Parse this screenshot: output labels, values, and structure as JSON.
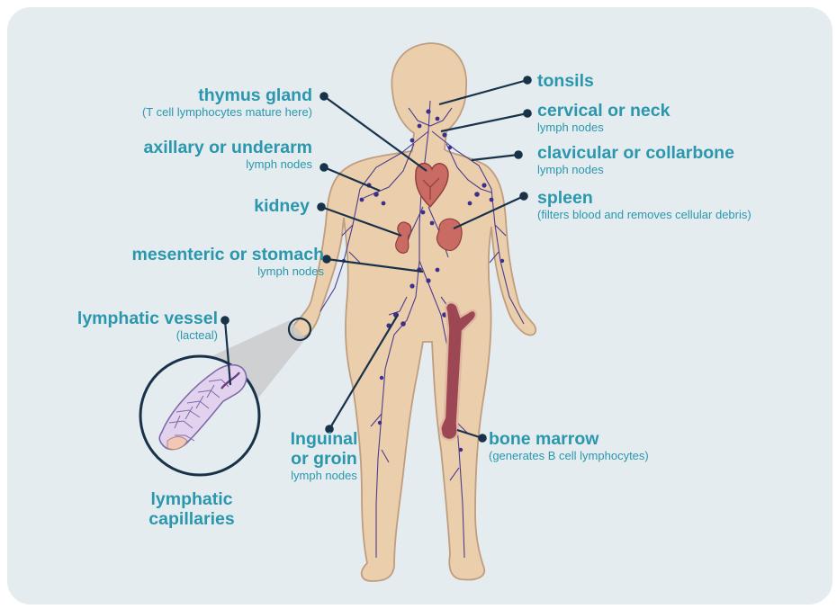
{
  "labels": {
    "thymus": {
      "title": "thymus gland",
      "sub": "(T cell lymphocytes mature here)"
    },
    "axillary": {
      "title": "axillary or underarm",
      "sub": "lymph nodes"
    },
    "kidney": {
      "title": "kidney"
    },
    "mesenteric": {
      "title": "mesenteric or stomach",
      "sub": "lymph nodes"
    },
    "vessel": {
      "title": "lymphatic vessel",
      "sub": "(lacteal)"
    },
    "capillaries": {
      "line1": "lymphatic",
      "line2": "capillaries"
    },
    "inguinal": {
      "line1": "Inguinal",
      "line2": "or groin",
      "sub": "lymph nodes"
    },
    "tonsils": {
      "title": "tonsils"
    },
    "cervical": {
      "title": "cervical or neck",
      "sub": "lymph nodes"
    },
    "clavicular": {
      "title": "clavicular or collarbone",
      "sub": "lymph nodes"
    },
    "spleen": {
      "title": "spleen",
      "sub": "(filters blood and removes cellular debris)"
    },
    "marrow": {
      "title": "bone marrow",
      "sub": "(generates B cell lymphocytes)"
    }
  },
  "colors": {
    "panel_bg": "#e4ecf0",
    "label_teal": "#2a97ad",
    "leader_line": "#18324a",
    "skin": "#ebcfad",
    "skin_outline": "#bf9d7e",
    "lymph_vessel": "#4b3d8f",
    "organ_red": "#c96a63",
    "bone_marrow": "#9d4754"
  },
  "icons": [
    "human-body-illustration",
    "magnifier-circle-icon",
    "finger-closeup-illustration",
    "heart-icon",
    "kidney-icon",
    "spleen-icon",
    "femur-bone-icon"
  ]
}
